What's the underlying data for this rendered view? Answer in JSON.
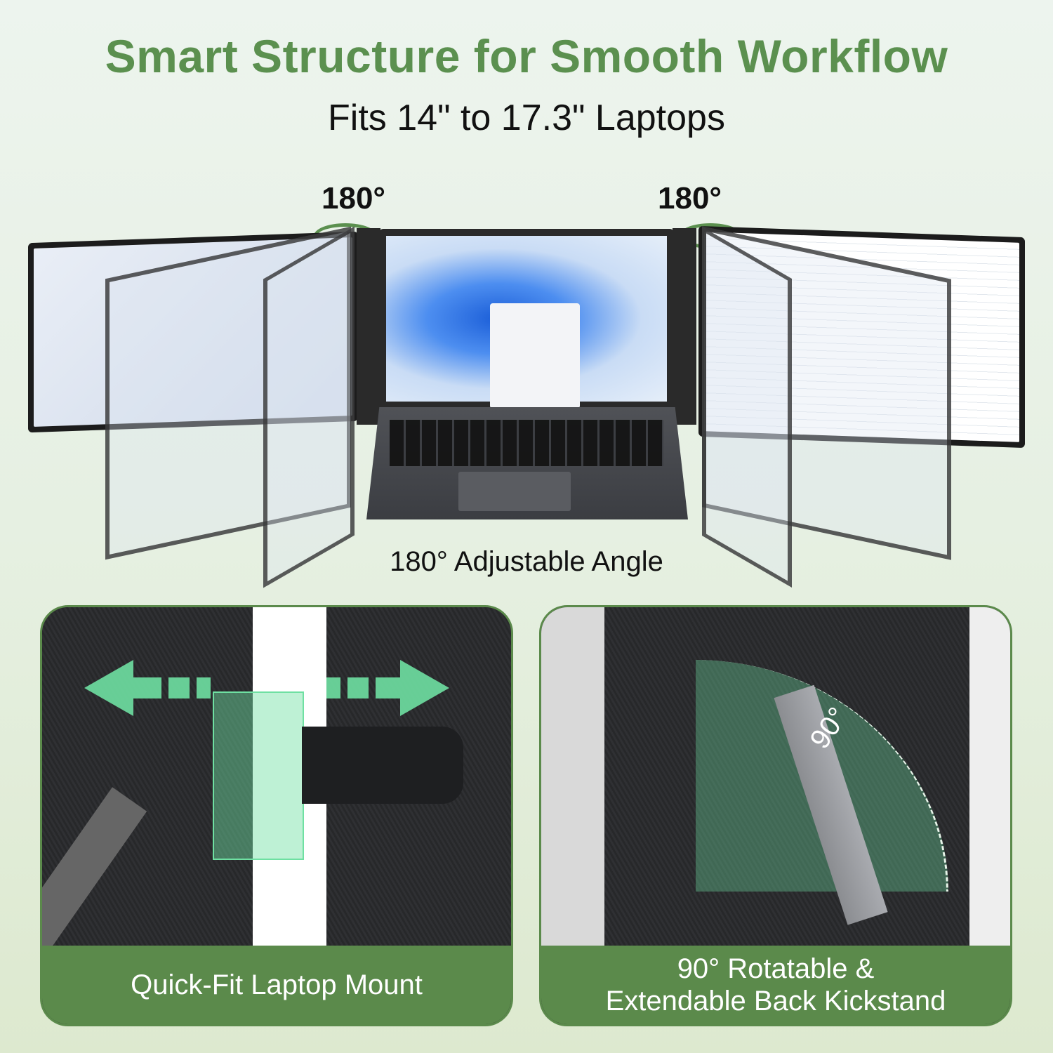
{
  "header": {
    "title": "Smart Structure for Smooth Workflow",
    "subtitle": "Fits 14\" to 17.3\" Laptops"
  },
  "hero": {
    "left_rotation": "180°",
    "right_rotation": "180°",
    "caption": "180° Adjustable Angle"
  },
  "features": [
    {
      "caption": "Quick-Fit Laptop Mount"
    },
    {
      "caption_line1": "90° Rotatable &",
      "caption_line2": "Extendable Back Kickstand",
      "angle_label": "90°"
    }
  ],
  "colors": {
    "brand_green": "#5b8a4b",
    "title_green": "#5b904f",
    "accent_mint": "#6fe0a2"
  }
}
